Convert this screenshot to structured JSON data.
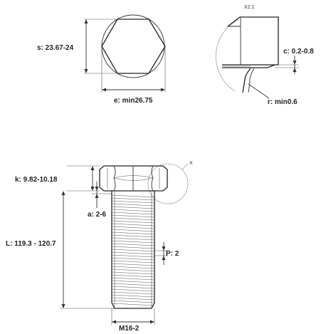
{
  "dims": {
    "s": "s: 23.67-24",
    "e": "e: min26.75",
    "c": "c: 0.2-0.8",
    "r": "r: min0.6",
    "k": "k: 9.82-10.18",
    "a": "a: 2-6",
    "L": "L: 119.3  - 120.7",
    "P": "P: 2",
    "M": "M16-2"
  },
  "detail": {
    "scale": "X2:1",
    "marker": "X"
  }
}
